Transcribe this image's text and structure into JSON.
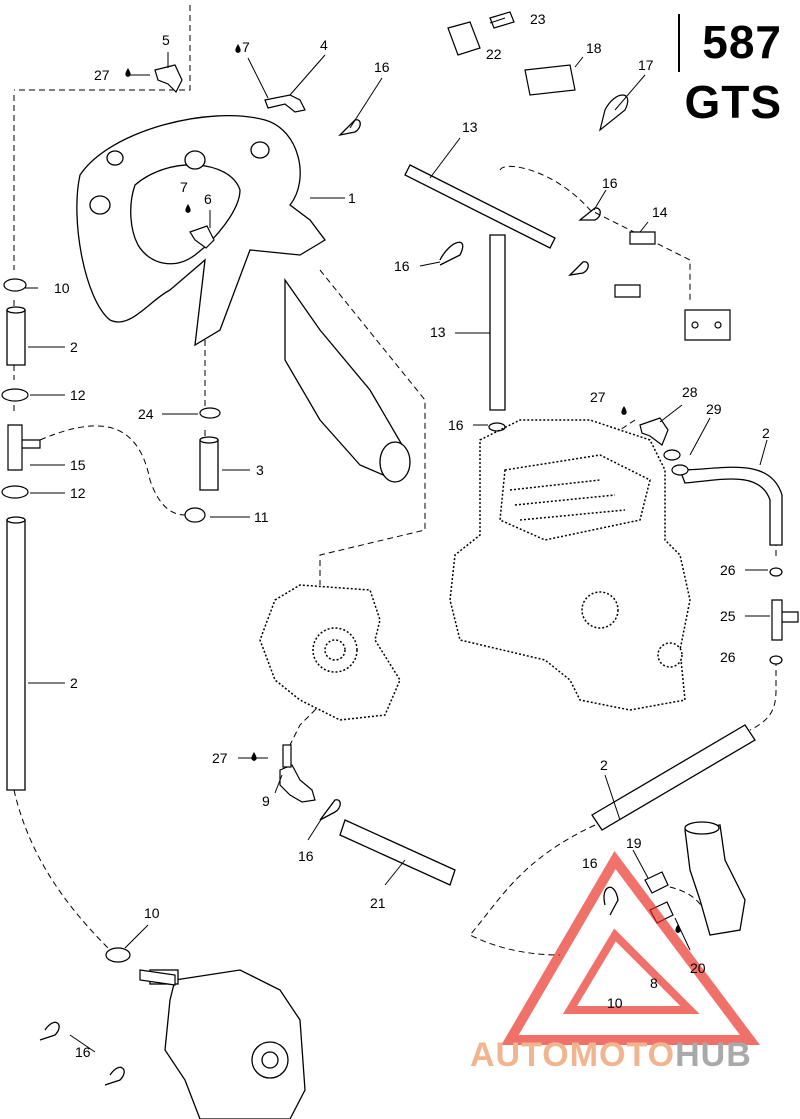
{
  "model": {
    "line1": "587",
    "line2": "GTS"
  },
  "callouts": [
    "1",
    "2",
    "2",
    "2",
    "2",
    "3",
    "4",
    "5",
    "6",
    "7",
    "7",
    "8",
    "9",
    "10",
    "10",
    "10",
    "11",
    "12",
    "12",
    "13",
    "13",
    "14",
    "15",
    "16",
    "16",
    "16",
    "16",
    "16",
    "16",
    "16",
    "16",
    "17",
    "18",
    "19",
    "20",
    "21",
    "22",
    "23",
    "24",
    "25",
    "26",
    "26",
    "27",
    "27",
    "27",
    "28",
    "29"
  ],
  "watermark": {
    "part1": "AUTO",
    "part2": "MOTO",
    "part3": "HUB"
  },
  "colors": {
    "line": "#000000",
    "watermark_red": "#e8261c",
    "watermark_orange": "#f2b38f",
    "watermark_gray": "#a9a9a9"
  }
}
